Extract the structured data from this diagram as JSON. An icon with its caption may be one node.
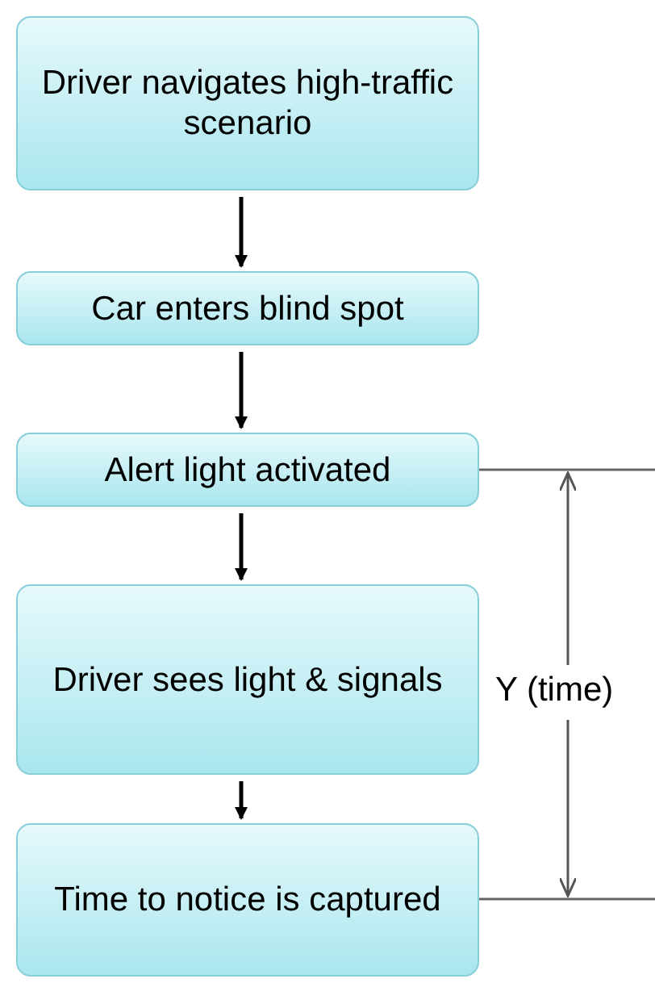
{
  "diagram": {
    "nodes": [
      {
        "text": [
          "Driver navigates high-traffic scenario"
        ]
      },
      {
        "text": [
          "Car enters blind spot"
        ]
      },
      {
        "text": [
          "Alert light activated"
        ]
      },
      {
        "text": [
          "Driver sees light & signals"
        ]
      },
      {
        "text": [
          "Time to notice is captured"
        ]
      }
    ],
    "edges": [
      {
        "from": 0,
        "to": 1,
        "arrow": "to"
      },
      {
        "from": 1,
        "to": 2,
        "arrow": "to"
      },
      {
        "from": 2,
        "to": 3,
        "arrow": "to"
      },
      {
        "from": 3,
        "to": 4,
        "arrow": "to"
      }
    ],
    "labels": [
      "Y (time)"
    ]
  }
}
